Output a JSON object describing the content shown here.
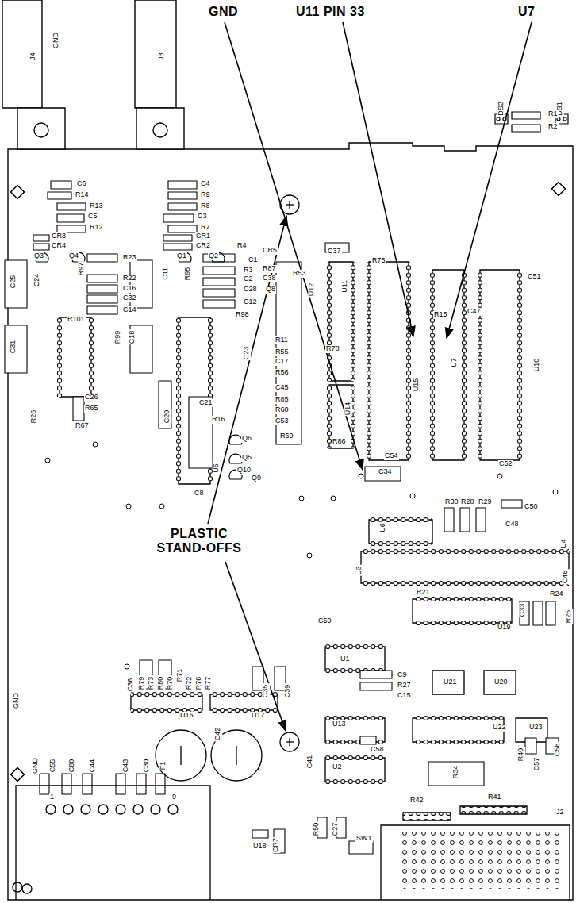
{
  "diagram": {
    "labels": [
      "GND",
      "U11 PIN 33",
      "U7",
      "PLASTIC STAND-OFFS",
      "J4",
      "GND",
      "J3",
      "DS2",
      "DS1",
      "R1",
      "R2",
      "C6",
      "R14",
      "R13",
      "C5",
      "R12",
      "CR3",
      "CR4",
      "Q3",
      "Q4",
      "C4",
      "R9",
      "R8",
      "C3",
      "R7",
      "CR1",
      "CR2",
      "Q1",
      "Q2",
      "R97",
      "R23",
      "R22",
      "C16",
      "C32",
      "C14",
      "C25",
      "C24",
      "C31",
      "C11",
      "R95",
      "R4",
      "C1",
      "R3",
      "C2",
      "C28",
      "C12",
      "CR5",
      "R87",
      "C38",
      "Q8",
      "C37",
      "R75",
      "R53",
      "U12",
      "U11",
      "R101",
      "R99",
      "C18",
      "R98",
      "C23",
      "C26",
      "R65",
      "R67",
      "R26",
      "C20",
      "C21",
      "R16",
      "Q6",
      "Q5",
      "Q10",
      "Q9",
      "U5",
      "C8",
      "R11",
      "R55",
      "C17",
      "R56",
      "C45",
      "R85",
      "R60",
      "C53",
      "R69",
      "R78",
      "R86",
      "U14",
      "U15",
      "R15",
      "C47",
      "C51",
      "U7",
      "U10",
      "C54",
      "C34",
      "C52",
      "U6",
      "R30",
      "R28",
      "R29",
      "C50",
      "C48",
      "U4",
      "C46",
      "U3",
      "R21",
      "C33",
      "R24",
      "R25",
      "U19",
      "C59",
      "U1",
      "C9",
      "R27",
      "C15",
      "U13",
      "C58",
      "U2",
      "U21",
      "U20",
      "U22",
      "U23",
      "C56",
      "R34",
      "R40",
      "C57",
      "R42",
      "R41",
      "J2",
      "SW1",
      "C36",
      "R79",
      "R73",
      "R80",
      "R70",
      "R71",
      "R72",
      "R76",
      "R77",
      "U16",
      "U17",
      "C35",
      "C39",
      "C42",
      "C41",
      "GND",
      "GND",
      "C55",
      "C80",
      "C44",
      "C43",
      "C30",
      "F1",
      "1",
      "9",
      "R50",
      "C27",
      "CR7",
      "U18"
    ]
  }
}
